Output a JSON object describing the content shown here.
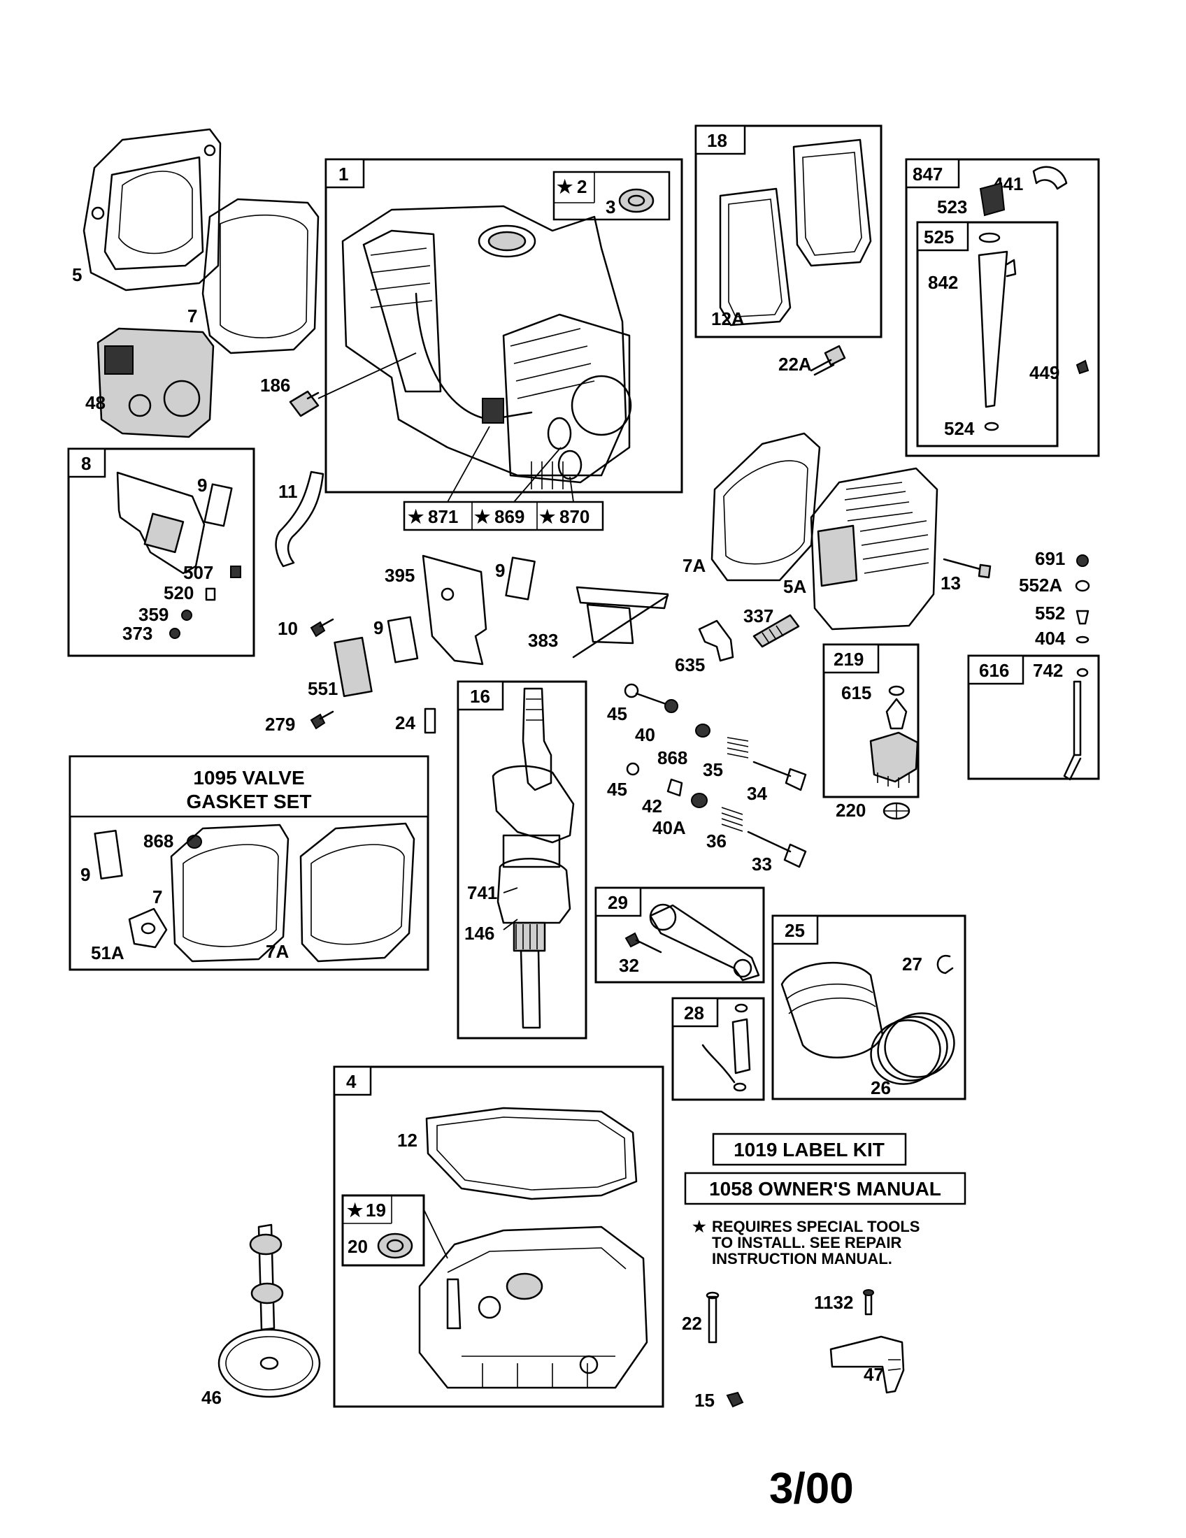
{
  "boxes": {
    "b1": "1",
    "b2": "2",
    "b3": "3",
    "b18": "18",
    "b12a": "12A",
    "b847": "847",
    "b525": "525",
    "b8": "8",
    "b16": "16",
    "b219": "219",
    "b616": "616",
    "b29": "29",
    "b25": "25",
    "b28": "28",
    "b4": "4",
    "b19": "19",
    "b20": "20",
    "b871": "871",
    "b869": "869",
    "b870": "870"
  },
  "labels": {
    "p5": "5",
    "p7": "7",
    "p48": "48",
    "p186": "186",
    "p22a": "22A",
    "p441": "441",
    "p523": "523",
    "p842": "842",
    "p449": "449",
    "p524": "524",
    "p9a": "9",
    "p507": "507",
    "p520": "520",
    "p359": "359",
    "p373": "373",
    "p11": "11",
    "p395": "395",
    "p9b": "9",
    "p9c": "9",
    "p7a": "7A",
    "p5a": "5A",
    "p13": "13",
    "p691": "691",
    "p552a": "552A",
    "p552": "552",
    "p404": "404",
    "p10": "10",
    "p383": "383",
    "p337": "337",
    "p635": "635",
    "p551": "551",
    "p279": "279",
    "p24": "24",
    "p45a": "45",
    "p40": "40",
    "p868a": "868",
    "p35": "35",
    "p34": "34",
    "p615": "615",
    "p742": "742",
    "p45b": "45",
    "p42": "42",
    "p40a": "40A",
    "p36": "36",
    "p33": "33",
    "p220": "220",
    "p9d": "9",
    "p868b": "868",
    "p7b": "7",
    "p51a": "51A",
    "p7a2": "7A",
    "p741": "741",
    "p146": "146",
    "p32": "32",
    "p27": "27",
    "p26": "26",
    "p12": "12",
    "p46": "46",
    "p22": "22",
    "p15": "15",
    "p1132": "1132",
    "p47": "47"
  },
  "kits": {
    "valve_set_line1": "1095 VALVE",
    "valve_set_line2": "GASKET SET",
    "label_kit": "1019 LABEL KIT",
    "owners_manual": "1058 OWNER'S MANUAL"
  },
  "note": {
    "line1": "REQUIRES SPECIAL TOOLS",
    "line2": "TO INSTALL.  SEE REPAIR",
    "line3": "INSTRUCTION MANUAL."
  },
  "star_symbol": "★",
  "date": "3/00"
}
